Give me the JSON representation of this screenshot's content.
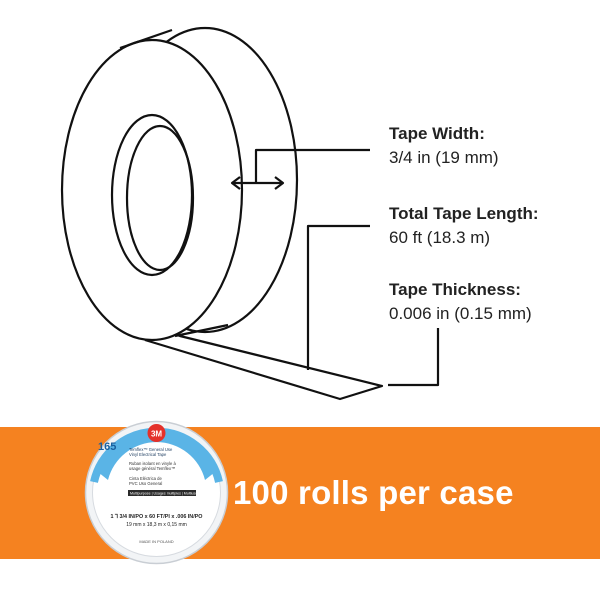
{
  "specs": [
    {
      "heading": "Tape Width:",
      "value": "3/4 in (19 mm)"
    },
    {
      "heading": "Total Tape Length:",
      "value": "60 ft (18.3 m)"
    },
    {
      "heading": "Tape Thickness:",
      "value": "0.006 in (0.15 mm)"
    }
  ],
  "banner": {
    "text": "100 rolls per case",
    "color": "#f58220"
  },
  "roll_label": {
    "number": "165",
    "brand": "3M",
    "product_lines": [
      "Temflex™ General Use",
      "Vinyl Electrical Tape"
    ],
    "french_lines": [
      "Ruban isolant en vinyle à",
      "usage général Temflex™"
    ],
    "spanish_lines": [
      "Cinta Eléctrica de",
      "PVC Uso General"
    ],
    "multi": "Multipurpose | Usages multiples | Multiusos",
    "size_line": "19 mm x 18,3 m x 0,15 mm",
    "dims_line": "1 ⅂ 3/4 IN/PO x 60 FT/PI x .006 IN/PO",
    "bottom": "MADE IN POLAND"
  },
  "icons": [
    "tape-roll-diagram-icon",
    "tape-roll-photo-icon",
    "3m-logo-icon"
  ]
}
